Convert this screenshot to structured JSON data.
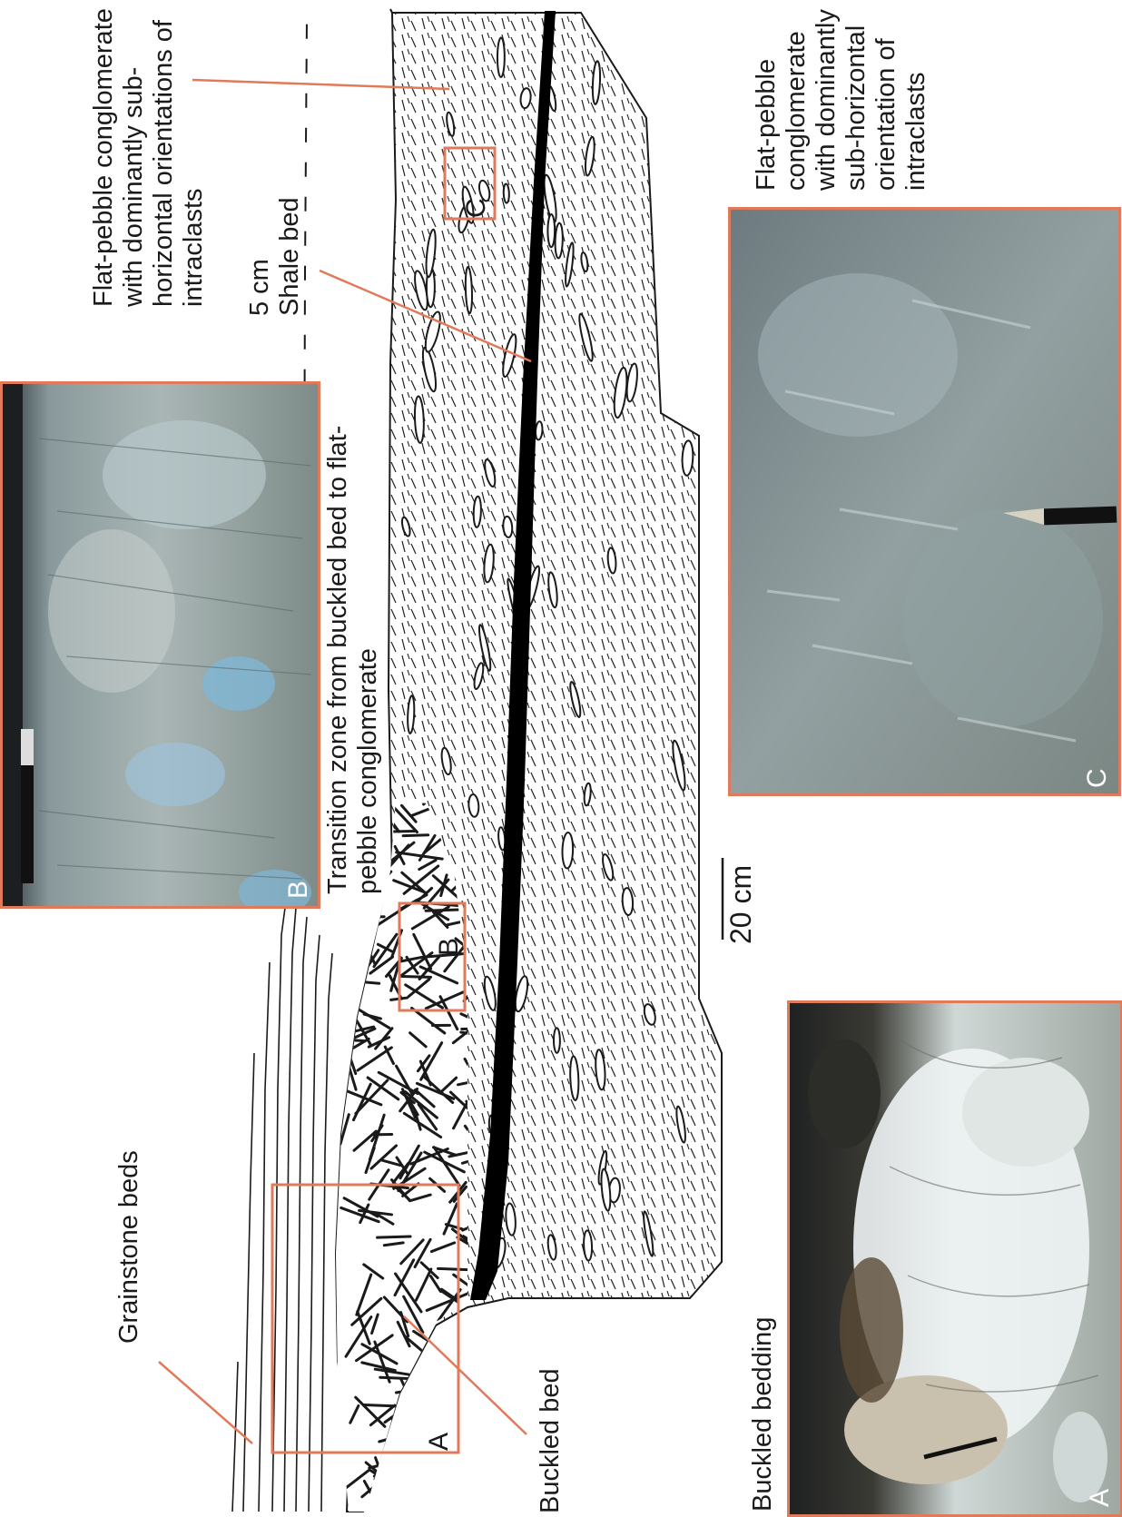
{
  "labels": {
    "grainstone": "Grainstone beds",
    "buckled_bed": "Buckled bed",
    "transition_line1": "Transition zone from buckled bed to flat-",
    "transition_line2": "pebble conglomerate",
    "shale_scale": "5 cm",
    "shale_bed": "Shale bed",
    "flat_top_1": "Flat-pebble conglomerate",
    "flat_top_2": "with dominantly sub-",
    "flat_top_3": "horizontal orientations of",
    "flat_top_4": "intraclasts",
    "flat_right_1": "Flat-pebble",
    "flat_right_2": "conglomerate",
    "flat_right_3": "with dominantly",
    "flat_right_4": "sub-horizontal",
    "flat_right_5": "orientation of",
    "flat_right_6": "intraclasts",
    "buckled_bedding": "Buckled bedding",
    "scale_bar": "20 cm"
  },
  "boxes": {
    "a": "A",
    "b": "B",
    "c": "C"
  },
  "photos": {
    "a": "A",
    "b": "B",
    "c": "C"
  },
  "colors": {
    "frame": "#e07a5a",
    "ink": "#1a1a1a",
    "shale": "#000000"
  }
}
